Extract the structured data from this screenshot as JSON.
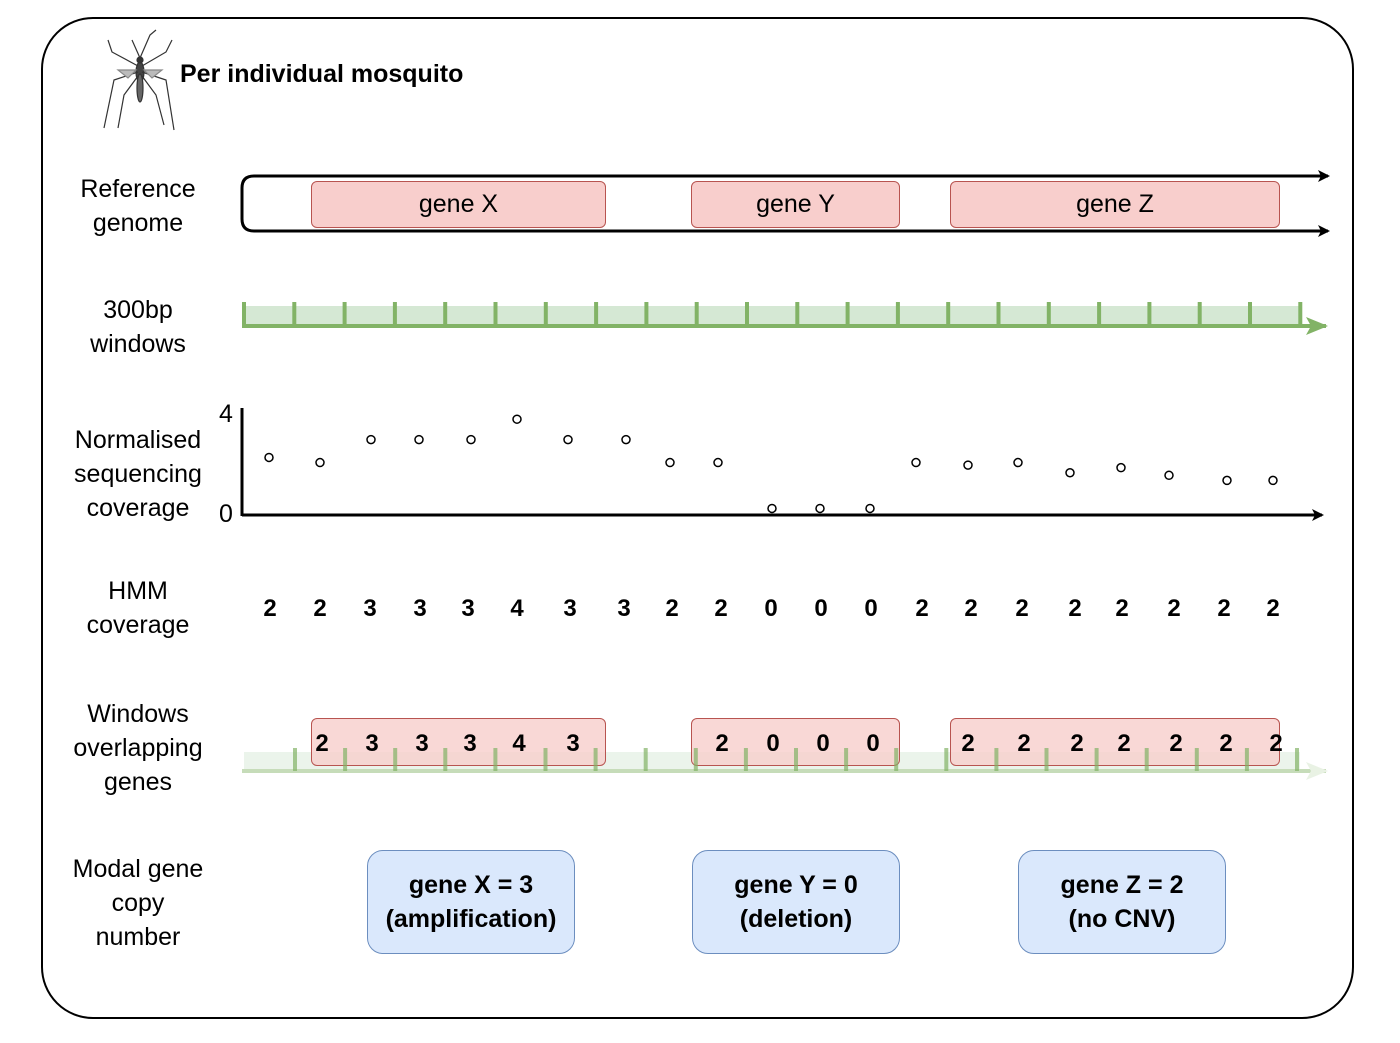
{
  "title": "Per individual mosquito",
  "icon": "mosquito-icon",
  "row_labels": {
    "reference": [
      "Reference",
      "genome"
    ],
    "windows": [
      "300bp",
      "windows"
    ],
    "coverage": [
      "Normalised",
      "sequencing",
      "coverage"
    ],
    "hmm": [
      "HMM",
      "coverage"
    ],
    "overlap": [
      "Windows",
      "overlapping",
      "genes"
    ],
    "modal": [
      "Modal gene",
      "copy",
      "number"
    ]
  },
  "genes": [
    {
      "name": "gene X"
    },
    {
      "name": "gene Y"
    },
    {
      "name": "gene Z"
    }
  ],
  "coverage_axis": {
    "y_max_label": "4",
    "y_min_label": "0",
    "ylim": [
      0,
      4
    ]
  },
  "chart_data": {
    "type": "scatter",
    "x": [
      1,
      2,
      3,
      4,
      5,
      6,
      7,
      8,
      9,
      10,
      11,
      12,
      13,
      14,
      15,
      16,
      17,
      18,
      19,
      20,
      21
    ],
    "values": [
      2.1,
      1.9,
      2.8,
      2.8,
      2.8,
      3.6,
      2.8,
      2.8,
      1.9,
      1.9,
      0.1,
      0.1,
      0.1,
      1.9,
      1.8,
      1.9,
      1.5,
      1.7,
      1.4,
      1.2,
      1.2
    ],
    "ylim": [
      0,
      4
    ]
  },
  "hmm_states": [
    "2",
    "2",
    "3",
    "3",
    "3",
    "4",
    "3",
    "3",
    "2",
    "2",
    "0",
    "0",
    "0",
    "2",
    "2",
    "2",
    "2",
    "2",
    "2",
    "2",
    "2"
  ],
  "overlap_values": {
    "gene_x": [
      "2",
      "3",
      "3",
      "3",
      "4",
      "3"
    ],
    "gene_y": [
      "2",
      "0",
      "0",
      "0"
    ],
    "gene_z": [
      "2",
      "2",
      "2",
      "2",
      "2",
      "2",
      "2"
    ]
  },
  "results": [
    {
      "line1": "gene X = 3",
      "line2": "(amplification)"
    },
    {
      "line1": "gene Y = 0",
      "line2": "(deletion)"
    },
    {
      "line1": "gene Z = 2",
      "line2": "(no CNV)"
    }
  ],
  "colors": {
    "gene_fill": "#f8cecc",
    "gene_border": "#b85450",
    "window_green": "#82b366",
    "window_fill": "#d5e8d4",
    "result_fill": "#dae8fc",
    "result_border": "#6c8ebf"
  }
}
